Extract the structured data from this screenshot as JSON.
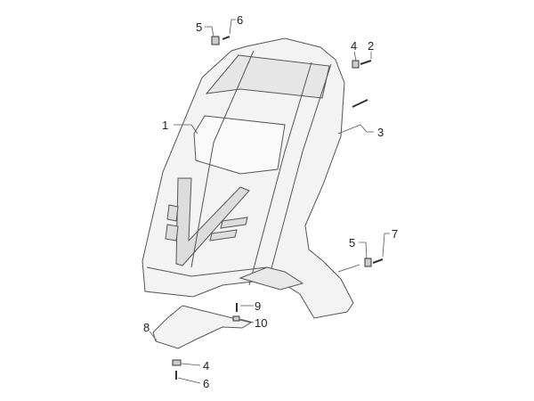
{
  "diagram": {
    "parts": [
      {
        "id": "callout-1",
        "label": "1"
      },
      {
        "id": "callout-2",
        "label": "2"
      },
      {
        "id": "callout-3",
        "label": "3"
      },
      {
        "id": "callout-4-top",
        "label": "4"
      },
      {
        "id": "callout-5-top",
        "label": "5"
      },
      {
        "id": "callout-6-top",
        "label": "6"
      },
      {
        "id": "callout-5-right",
        "label": "5"
      },
      {
        "id": "callout-7",
        "label": "7"
      },
      {
        "id": "callout-8",
        "label": "8"
      },
      {
        "id": "callout-9",
        "label": "9"
      },
      {
        "id": "callout-10",
        "label": "10"
      },
      {
        "id": "callout-4-bottom",
        "label": "4"
      },
      {
        "id": "callout-6-bottom",
        "label": "6"
      }
    ],
    "colors": {
      "line": "#444444",
      "fill": "#f4f4f4",
      "shade": "#d8d8d8"
    }
  }
}
